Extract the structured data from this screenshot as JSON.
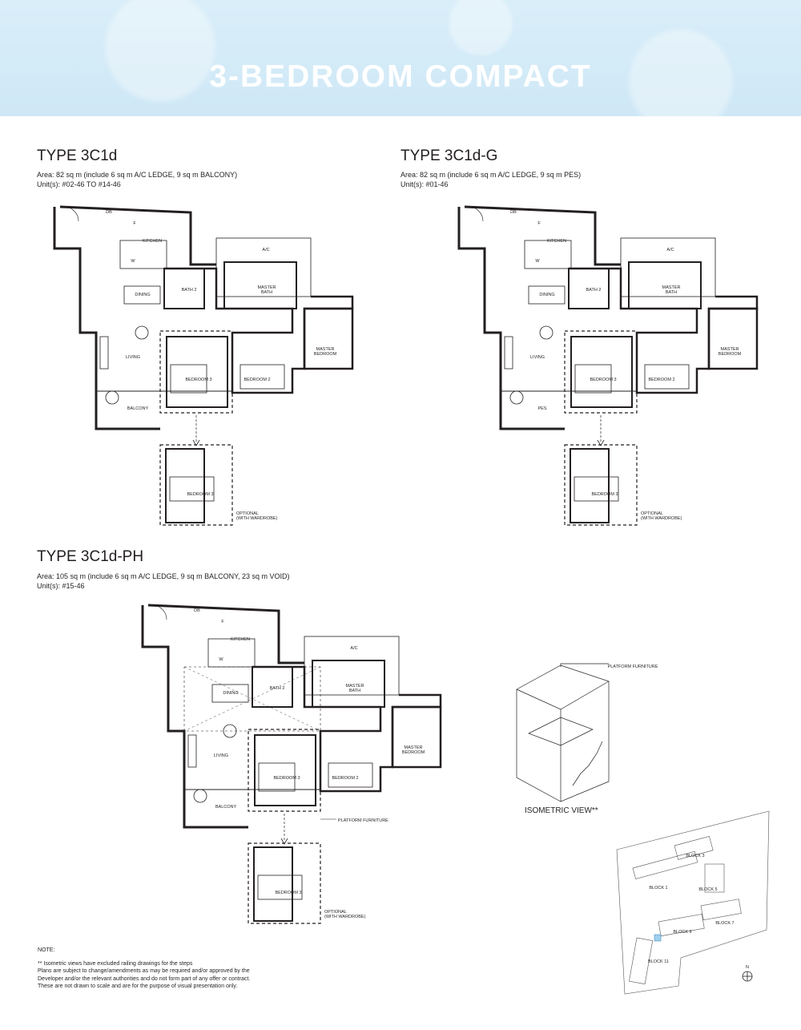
{
  "header": {
    "title": "3-BEDROOM COMPACT"
  },
  "plans": [
    {
      "type": "TYPE 3C1d",
      "area": "Area: 82 sq m (include 6 sq m A/C LEDGE, 9 sq m BALCONY)",
      "units": "Unit(s): #02-46 TO #14-46",
      "labels": {
        "db": "DB",
        "fridge": "F",
        "kitchen": "KITCHEN",
        "washer": "W",
        "ac": "A/C",
        "bath2": "BATH 2",
        "master_bath": "MASTER\nBATH",
        "dining": "DINING",
        "living": "LIVING",
        "bedroom3": "BEDROOM 3",
        "bedroom2": "BEDROOM 2",
        "master_bedroom": "MASTER\nBEDROOM",
        "outdoor": "BALCONY",
        "optional_bedroom3": "BEDROOM 3",
        "optional": "OPTIONAL\n(WITH WARDROBE)"
      }
    },
    {
      "type": "TYPE 3C1d-G",
      "area": "Area:  82 sq m (include 6 sq m A/C LEDGE, 9 sq m PES)",
      "units": "Unit(s):  #01-46",
      "labels": {
        "db": "DB",
        "fridge": "F",
        "kitchen": "KITCHEN",
        "washer": "W",
        "ac": "A/C",
        "bath2": "BATH 2",
        "master_bath": "MASTER\nBATH",
        "dining": "DINING",
        "living": "LIVING",
        "bedroom3": "BEDROOM 3",
        "bedroom2": "BEDROOM 2",
        "master_bedroom": "MASTER\nBEDROOM",
        "outdoor": "PES",
        "optional_bedroom3": "BEDROOM 3",
        "optional": "OPTIONAL\n(WITH WARDROBE)"
      }
    },
    {
      "type": "TYPE 3C1d-PH",
      "area": "Area: 105 sq m (include 6 sq m A/C LEDGE, 9 sq m BALCONY, 23 sq m VOID)",
      "units": "Unit(s): #15-46",
      "labels": {
        "db": "DB",
        "fridge": "F",
        "kitchen": "KITCHEN",
        "washer": "W",
        "ac": "A/C",
        "bath2": "BATH 2",
        "master_bath": "MASTER\nBATH",
        "dining": "DINING",
        "living": "LIVING",
        "bedroom3": "BEDROOM 3",
        "bedroom2": "BEDROOM 2",
        "master_bedroom": "MASTER\nBEDROOM",
        "outdoor": "BALCONY",
        "optional_bedroom3": "BEDROOM 3",
        "optional": "OPTIONAL\n(WITH WARDROBE)",
        "platform": "PLATFORM FURNITURE"
      }
    }
  ],
  "isometric": {
    "label": "ISOMETRIC VIEW**",
    "callout": "PLATFORM FURNITURE"
  },
  "site_plan": {
    "blocks": [
      "BLOCK 1",
      "BLOCK 3",
      "BLOCK 5",
      "BLOCK 7",
      "BLOCK 9",
      "BLOCK 11"
    ],
    "highlight_color": "#9fd0ee",
    "north": "N"
  },
  "notes": {
    "heading": "NOTE:",
    "lines": [
      "** Isometric views have excluded railing drawings for the steps",
      "Plans are subject to change/amendments as may be required and/or approved by the",
      "Developer and/or the relevant authorities and do not form part of any offer or contract.",
      "These are not drawn to scale and are for the purpose of visual presentation only."
    ]
  }
}
